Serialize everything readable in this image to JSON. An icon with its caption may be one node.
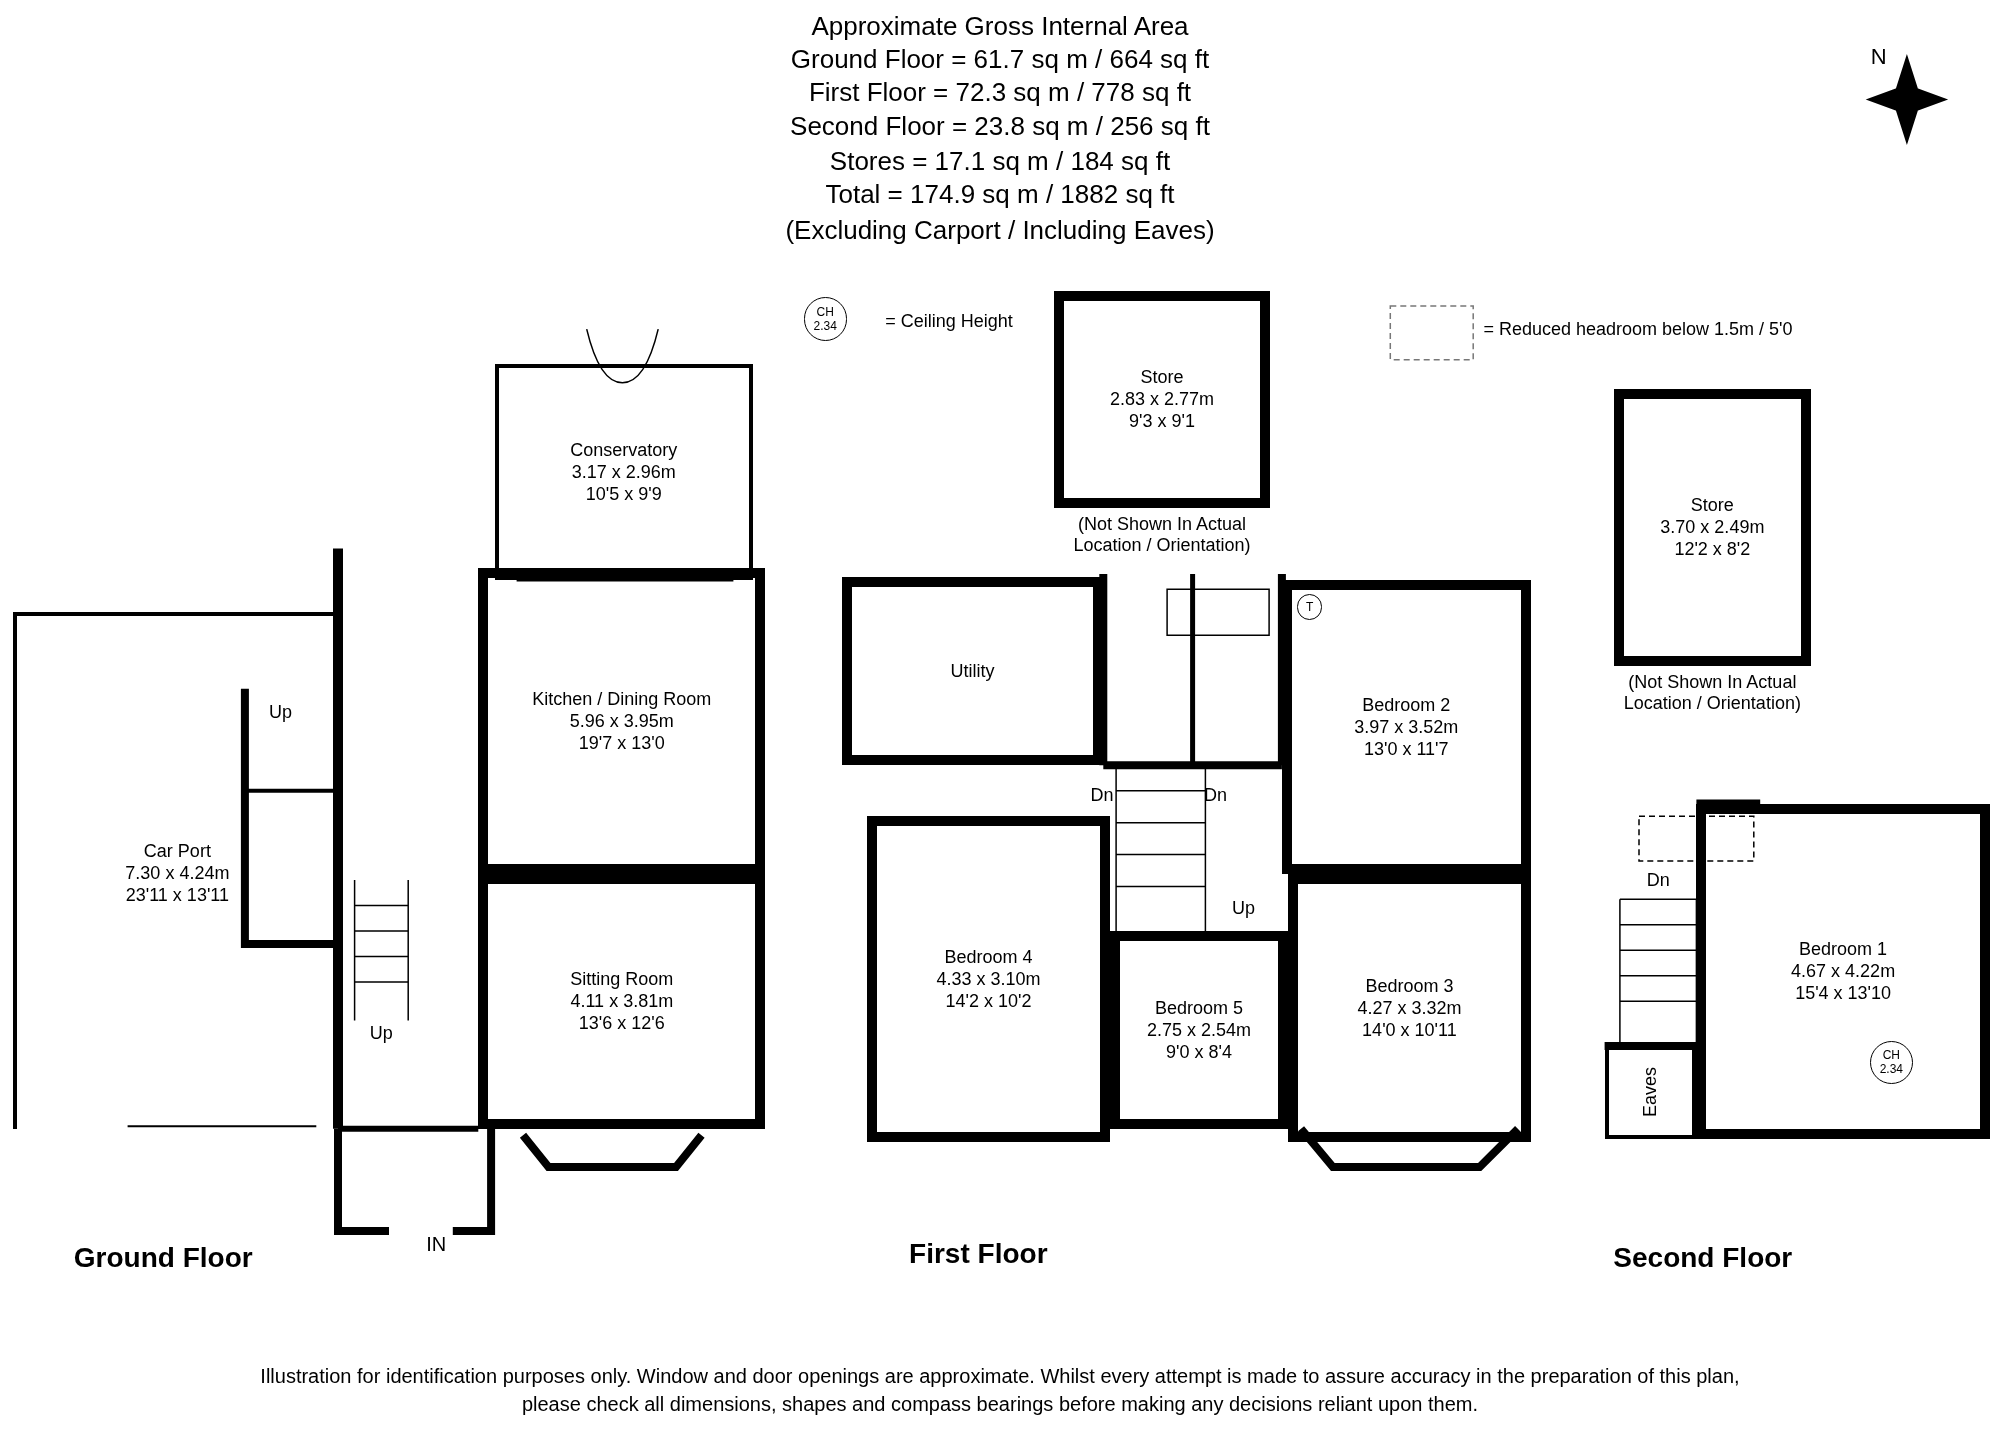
{
  "diagram": {
    "title": "Approximate Gross Internal Area",
    "caption": "Illustration for identification purposes only. Window and door openings are approximate. Whilst every attempt is made to assure accuracy in the preparation of this plan, please check all dimensions, shapes and compass bearings before making any decisions reliant upon them.",
    "nodes": [
      {
        "text": [
          "CH",
          "2.34"
        ]
      },
      {
        "text": [
          "Store",
          "2.83 x 2.77m",
          "9'3 x 9'1"
        ],
        "beside": [
          "(Not Shown In Actual Location / Orientation)"
        ]
      },
      {
        "text": [
          "Store",
          "3.70 x 2.49m",
          "12'2 x 8'2"
        ],
        "beside": [
          "(Not Shown In Actual Location / Orientation)"
        ]
      },
      {
        "text": [
          "Conservatory",
          "3.17 x 2.96m",
          "10'5 x 9'9"
        ]
      },
      {
        "text": [
          "Utility"
        ]
      },
      {
        "text": [
          "T"
        ],
        "in": 7
      },
      {
        "text": [
          "Kitchen / Dining Room",
          "5.96 x 3.95m",
          "19'7 x 13'0"
        ]
      },
      {
        "text": [
          "Bedroom 2",
          "3.97 x 3.52m",
          "13'0 x 11'7"
        ]
      },
      {
        "text": [
          "Car Port",
          "7.30 x 4.24m",
          "23'11 x 13'11"
        ]
      },
      {
        "text": [
          "Bedroom 1",
          "4.67 x 4.22m",
          "15'4 x 13'10"
        ]
      },
      {
        "text": [
          "Bedroom 4",
          "4.33 x 3.10m",
          "14'2 x 10'2"
        ]
      },
      {
        "text": [
          "Bedroom 3",
          "4.27 x 3.32m",
          "14'0 x 10'11"
        ]
      },
      {
        "text": [
          "Sitting Room",
          "4.11 x 3.81m",
          "13'6 x 12'6"
        ]
      },
      {
        "text": [
          "Bedroom 5",
          "2.75 x 2.54m",
          "9'0 x 8'4"
        ]
      },
      {
        "text": [
          "CH",
          "2.34"
        ],
        "in": 9
      },
      {
        "text": [
          "Eaves"
        ]
      }
    ],
    "labels": [
      "Ground Floor = 61.7 sq m / 664 sq ft",
      "First Floor = 72.3 sq m / 778 sq ft",
      "Second Floor = 23.8 sq m / 256 sq ft",
      "Stores = 17.1 sq m / 184 sq ft",
      "Total = 174.9 sq m / 1882 sq ft",
      "(Excluding Carport / Including Eaves)",
      "N",
      "Up",
      "Dn",
      "Dn",
      "Dn",
      "Up",
      "Up",
      "IN",
      "Ground Floor",
      "First Floor",
      "Second Floor"
    ],
    "legend": [
      {
        "text": "= Ceiling Height"
      },
      {
        "text": "= Reduced headroom below 1.5m / 5'0"
      }
    ]
  }
}
